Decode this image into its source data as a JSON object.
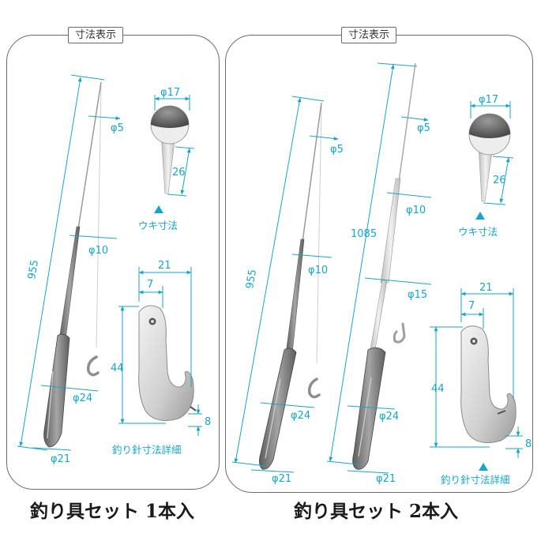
{
  "panels": [
    {
      "tag": "寸法表示",
      "caption": "釣り具セット 1本入",
      "rod_length": "955",
      "rod_tip": "φ5",
      "rod_mid": "φ10",
      "grip": "φ24",
      "butt": "φ21",
      "float_dia": "φ17",
      "float_stem": "26",
      "float_label": "ウキ寸法",
      "hook_width": "21",
      "hook_gap": "7",
      "hook_height": "44",
      "hook_wire": "8",
      "hook_label": "釣り針寸法詳細"
    },
    {
      "tag": "寸法表示",
      "caption": "釣り具セット 2本入",
      "rod_a_length": "955",
      "rod_a_tip": "φ5",
      "rod_a_mid": "φ10",
      "rod_a_grip": "φ24",
      "rod_a_butt": "φ21",
      "rod_b_length": "1085",
      "rod_b_tip": "φ5",
      "rod_b_mid": "φ10",
      "rod_b_lower": "φ15",
      "rod_b_grip": "φ24",
      "rod_b_butt": "φ21",
      "float_dia": "φ17",
      "float_stem": "26",
      "float_label": "ウキ寸法",
      "hook_width": "21",
      "hook_gap": "7",
      "hook_height": "44",
      "hook_wire": "8",
      "hook_label": "釣り針寸法詳細"
    }
  ],
  "colors": {
    "dimension": "#19a5c8",
    "rod_dark": "#7d7d7d",
    "rod_light": "#d9d9d9",
    "float_top": "#6e6e6e"
  }
}
